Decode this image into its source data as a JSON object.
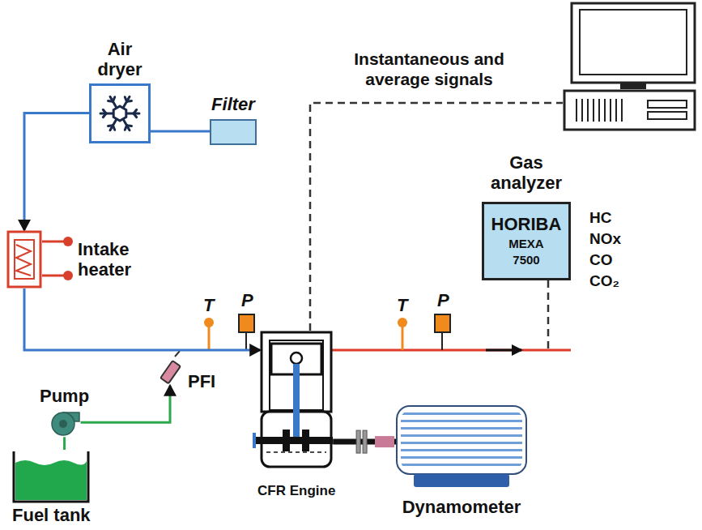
{
  "diagram": {
    "nodes": [
      {
        "text": [
          "Filter"
        ]
      },
      {
        "text": [
          "Air dryer"
        ]
      },
      {
        "text": [
          "Intake heater"
        ]
      },
      {
        "text": [
          "PFI"
        ]
      },
      {
        "text": [
          "Pump"
        ]
      },
      {
        "text": [
          "Fuel tank"
        ]
      },
      {
        "text": [
          "CFR Engine"
        ]
      },
      {
        "text": [
          "Dynamometer"
        ]
      },
      {
        "text": [
          "Gas analyzer",
          "HORIBA",
          "MEXA 7500"
        ]
      }
    ],
    "edges": [
      {
        "from": 0,
        "to": 1,
        "arrow": "none"
      },
      {
        "from": 1,
        "to": 2,
        "arrow": "to"
      },
      {
        "from": 2,
        "to": 6,
        "arrow": "to"
      },
      {
        "from": 5,
        "to": 4,
        "arrow": "none"
      },
      {
        "from": 4,
        "to": 3,
        "arrow": "to"
      },
      {
        "from": 6,
        "to": 7,
        "arrow": "none"
      }
    ],
    "labels": [
      "Instantaneous and average signals",
      "HC",
      "NOx",
      "CO",
      "CO₂",
      "T",
      "P",
      "T",
      "P"
    ]
  }
}
